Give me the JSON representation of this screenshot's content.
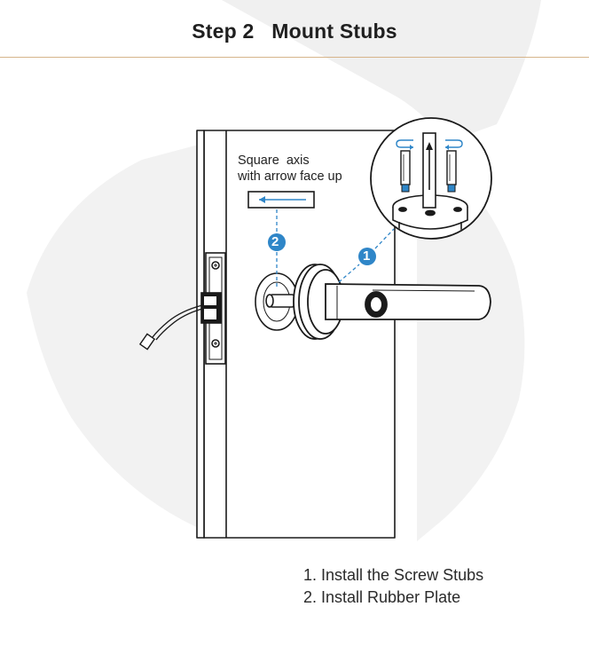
{
  "header": {
    "title": "Step 2   Mount Stubs"
  },
  "diagram": {
    "label_line1": "Square  axis",
    "label_line2": "with arrow face up",
    "callout_1": "1",
    "callout_2": "2"
  },
  "steps": [
    "1. Install the Screw Stubs",
    "2. Install Rubber Plate"
  ],
  "colors": {
    "accent_rule": "#d6b48a",
    "callout_blue": "#2f86c8",
    "watermark": "#f0f0f0"
  }
}
